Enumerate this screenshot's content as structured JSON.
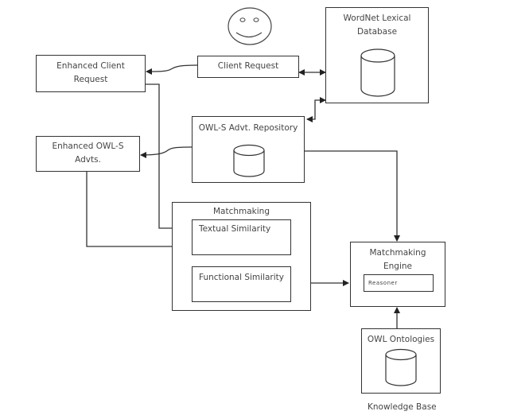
{
  "nodes": {
    "user": {
      "icon": "smiley-face-icon"
    },
    "client_request": {
      "label": "Client Request"
    },
    "enhanced_client_request": {
      "label_line1": "Enhanced Client",
      "label_line2": "Request"
    },
    "wordnet": {
      "label_line1": "WordNet Lexical",
      "label_line2": "Database",
      "icon": "database-cylinder-icon"
    },
    "owls_repository": {
      "label": "OWL-S Advt. Repository",
      "icon": "database-cylinder-icon"
    },
    "enhanced_owls": {
      "label_line1": "Enhanced OWL-S",
      "label_line2": "Advts."
    },
    "matchmaking": {
      "label": "Matchmaking"
    },
    "textual_similarity": {
      "label": "Textual Similarity"
    },
    "functional_similarity": {
      "label": "Functional Similarity"
    },
    "matchmaking_engine": {
      "label_line1": "Matchmaking",
      "label_line2": "Engine"
    },
    "reasoner": {
      "label": "Reasoner"
    },
    "owl_ontologies": {
      "label": "OWL Ontologies",
      "icon": "database-cylinder-icon"
    },
    "knowledge_base": {
      "label": "Knowledge Base"
    }
  },
  "edges": [
    {
      "from": "client_request",
      "to": "enhanced_client_request"
    },
    {
      "from": "client_request",
      "to": "wordnet",
      "bidirectional": true
    },
    {
      "from": "owls_repository",
      "to": "wordnet",
      "bidirectional": true
    },
    {
      "from": "owls_repository",
      "to": "enhanced_owls"
    },
    {
      "from": "enhanced_client_request",
      "to": "textual_similarity"
    },
    {
      "from": "enhanced_owls",
      "to": "textual_similarity"
    },
    {
      "from": "owls_repository",
      "to": "matchmaking_engine"
    },
    {
      "from": "functional_similarity",
      "to": "matchmaking_engine"
    },
    {
      "from": "owl_ontologies",
      "to": "matchmaking_engine"
    }
  ]
}
